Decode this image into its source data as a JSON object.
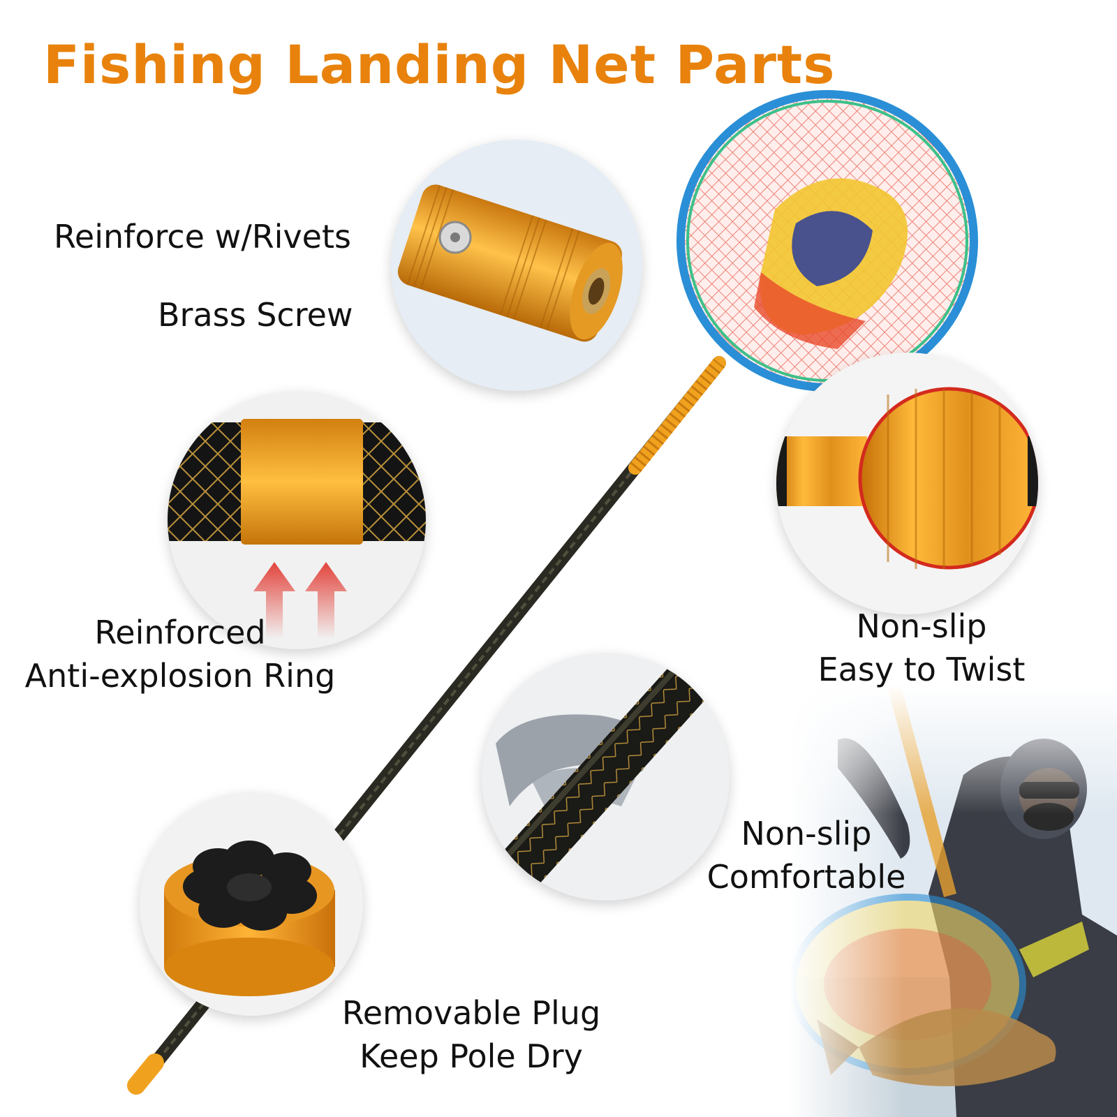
{
  "title": "Fishing Landing Net Parts",
  "labels": {
    "rivets": "Reinforce w/Rivets",
    "brass_screw": "Brass Screw",
    "ring_line1": "Reinforced",
    "ring_line2": "Anti-explosion Ring",
    "twist_line1": "Non-slip",
    "twist_line2": "Easy to Twist",
    "grip_line1": "Non-slip",
    "grip_line2": "Comfortable",
    "plug_line1": "Removable Plug",
    "plug_line2": "Keep Pole Dry"
  },
  "colors": {
    "accent": "#e8820c",
    "gold": "#f0a21e",
    "pole": "#2a2a22",
    "net_rim": "#2a8fd6",
    "text": "#111111"
  },
  "icons": {
    "connector": "threaded-connector-icon",
    "ring": "reinforcement-ring-icon",
    "arrows": "up-arrows-icon",
    "knob": "twist-knob-icon",
    "grip": "hand-grip-icon",
    "plug": "flower-plug-icon",
    "net": "landing-net-icon",
    "angler": "angler-photo"
  }
}
